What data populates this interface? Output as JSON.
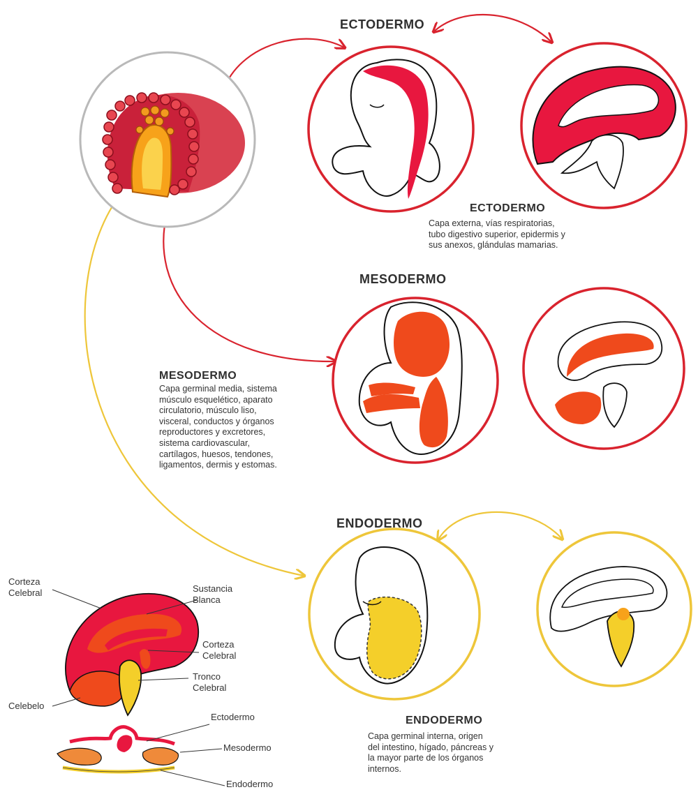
{
  "ectodermo": {
    "title": "ECTODERMO",
    "desc_title": "ECTODERMO",
    "desc_lines": [
      "Capa externa, vías respiratorias,",
      "tubo digestivo superior, epidermis y",
      "sus anexos, glándulas mamarias."
    ]
  },
  "mesodermo": {
    "title": "MESODERMO",
    "desc_title": "MESODERMO",
    "desc_lines": [
      "Capa germinal media, sistema",
      "músculo esquelético, aparato",
      "circulatorio, músculo liso,",
      "visceral, conductos y órganos",
      "reproductores y excretores,",
      "sistema cardiovascular,",
      "cartílagos, huesos, tendones,",
      "ligamentos, dermis y estomas."
    ]
  },
  "endodermo": {
    "title": "ENDODERMO",
    "desc_title": "ENDODERMO",
    "desc_lines": [
      "Capa germinal interna, origen",
      "del intestino, hígado, páncreas y",
      "la mayor parte de los órganos",
      "internos."
    ]
  },
  "brain_labels": {
    "corteza_celebral_1": [
      "Corteza",
      "Celebral"
    ],
    "sustancia_blanca": [
      "Sustancia",
      "Blanca"
    ],
    "corteza_celebral_2": [
      "Corteza",
      "Celebral"
    ],
    "tronco_celebral": [
      "Tronco",
      "Celebral"
    ],
    "celebelo": "Celebelo"
  },
  "layer_labels": {
    "ectodermo": "Ectodermo",
    "mesodermo": "Mesodermo",
    "endodermo": "Endodermo"
  },
  "colors": {
    "ectoderm": "#e8173f",
    "mesoderm": "#ef4a1c",
    "endoderm": "#f4cf2a",
    "ecto_ring": "#d9232e",
    "endo_ring": "#eec63a",
    "embryo_ring": "#b9b9b9"
  }
}
